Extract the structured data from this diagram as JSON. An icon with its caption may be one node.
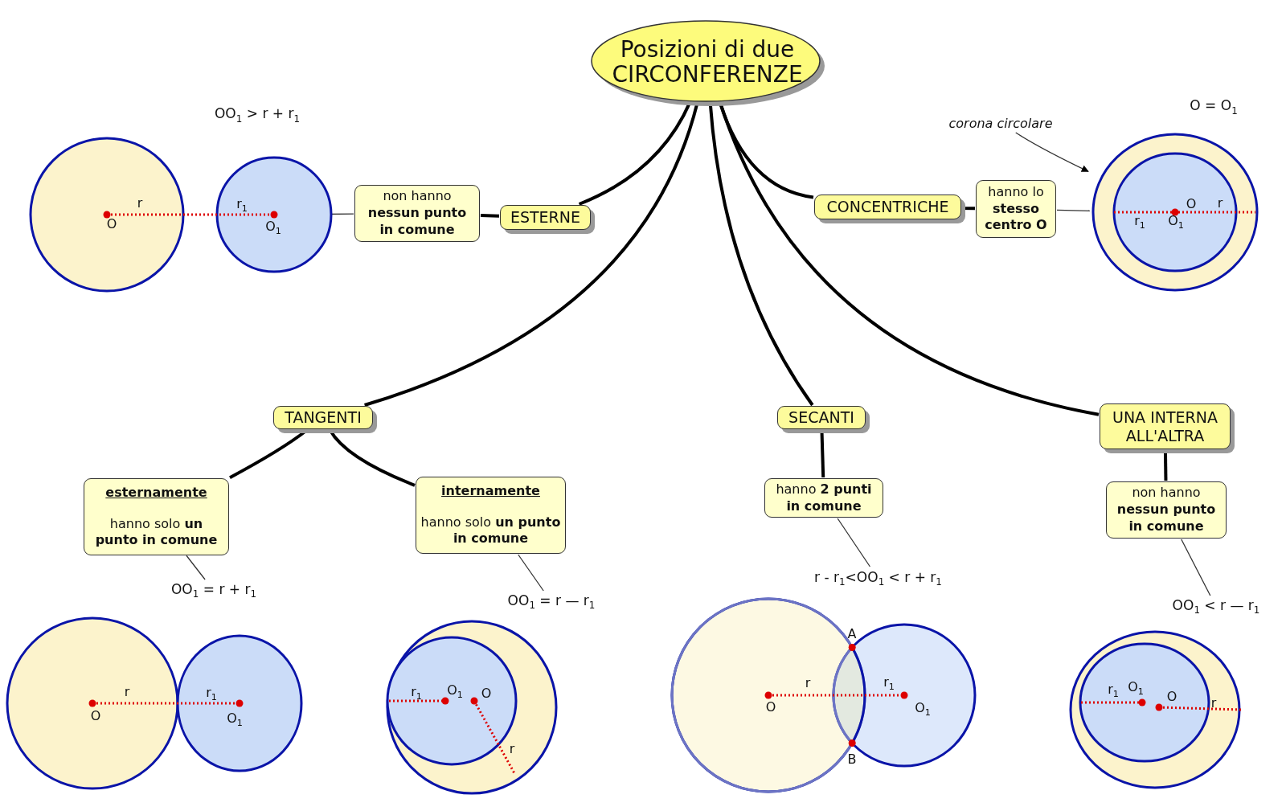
{
  "diagram": {
    "nodes": [
      {
        "text": [
          "Posizioni di due CIRCONFERENZE"
        ]
      },
      {
        "text": [
          "ESTERNE"
        ]
      },
      {
        "text": [
          "non hanno **nessun punto in comune**"
        ]
      },
      {
        "text": [],
        "shape": "picture"
      },
      {
        "text": [
          "CONCENTRICHE"
        ]
      },
      {
        "text": [
          "hanno lo **stesso centro O**"
        ]
      },
      {
        "text": [],
        "shape": "picture"
      },
      {
        "text": [
          "TANGENTI"
        ]
      },
      {
        "text": [
          "esternamente",
          "hanno solo **un punto in comune**"
        ]
      },
      {
        "text": [
          "internamente",
          "hanno solo **un punto in comune**"
        ]
      },
      {
        "text": [
          "SECANTI"
        ]
      },
      {
        "text": [
          "hanno **2 punti in comune**"
        ]
      },
      {
        "text": [
          "UNA INTERNA ALL'ALTRA"
        ]
      },
      {
        "text": [
          "non hanno **nessun punto in comune**"
        ]
      },
      {
        "text": [
          "OO$_{1}$ = r + r$_{1}$"
        ]
      },
      {
        "text": [
          "OO$_{1}$ = r — r$_{1}$"
        ]
      },
      {
        "text": [
          "r - r$_{1}$<OO$_{1}$ < r + r$_{1}$"
        ]
      },
      {
        "text": [
          "OO$_{1}$ < r — r$_{1}$"
        ]
      },
      {
        "text": [
          "corona circolare"
        ]
      }
    ],
    "edges": [
      {
        "from": 0,
        "to": 1,
        "arrow": "none"
      },
      {
        "from": 1,
        "to": 2,
        "arrow": "none"
      },
      {
        "from": 2,
        "to": 3,
        "arrow": "none"
      },
      {
        "from": 0,
        "to": 4,
        "arrow": "none"
      },
      {
        "from": 4,
        "to": 5,
        "arrow": "none"
      },
      {
        "from": 5,
        "to": 6,
        "arrow": "none"
      },
      {
        "from": 18,
        "to": 6,
        "arrow": "to"
      },
      {
        "from": 0,
        "to": 7,
        "arrow": "none"
      },
      {
        "from": 7,
        "to": 8,
        "arrow": "none"
      },
      {
        "from": 7,
        "to": 9,
        "arrow": "none"
      },
      {
        "from": 8,
        "to": 14,
        "arrow": "none"
      },
      {
        "from": 9,
        "to": 15,
        "arrow": "none"
      },
      {
        "from": 0,
        "to": 10,
        "arrow": "none"
      },
      {
        "from": 10,
        "to": 11,
        "arrow": "none"
      },
      {
        "from": 11,
        "to": 16,
        "arrow": "none"
      },
      {
        "from": 0,
        "to": 12,
        "arrow": "none"
      },
      {
        "from": 12,
        "to": 13,
        "arrow": "none"
      },
      {
        "from": 13,
        "to": 17,
        "arrow": "none"
      }
    ],
    "labels": [
      "OO$_{1}$ > r + r$_{1}$",
      "r",
      "O",
      "r$_{1}$",
      "O$_{1}$",
      "O = O$_{1}$",
      "O",
      "r",
      "r$_{1}$",
      "O$_{1}$",
      "r",
      "O",
      "r$_{1}$",
      "O$_{1}$",
      "r$_{1}$",
      "O$_{1}$",
      "O",
      "r",
      "A",
      "r",
      "r$_{1}$",
      "O",
      "O$_{1}$",
      "B",
      "r$_{1}$",
      "O$_{1}$",
      "O",
      "r"
    ]
  }
}
